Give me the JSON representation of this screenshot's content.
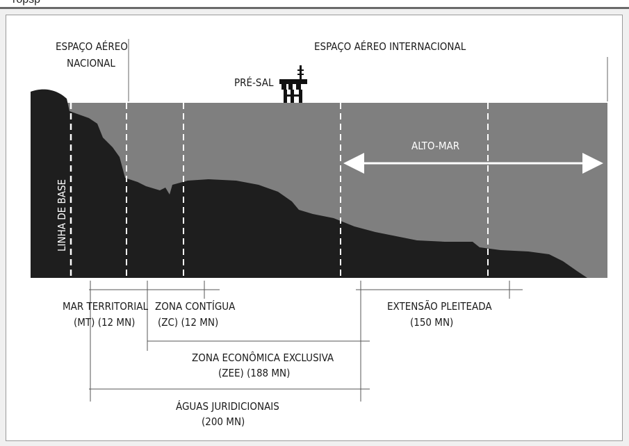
{
  "header": {
    "partial_text": "ropsp"
  },
  "labels": {
    "espaco_aereo_nacional_1": "ESPAÇO AÉREO",
    "espaco_aereo_nacional_2": "NACIONAL",
    "espaco_aereo_internacional": "ESPAÇO AÉREO INTERNACIONAL",
    "pre_sal": "PRÉ-SAL",
    "alto_mar": "ALTO-MAR",
    "linha_de_base": "LINHA DE BASE",
    "mar_territorial_1": "MAR TERRITORIAL",
    "mar_territorial_2": "(MT) (12 MN)",
    "zona_contigua_1": "ZONA CONTÍGUA",
    "zona_contigua_2": "(ZC) (12 MN)",
    "extensao_pleiteada_1": "EXTENSÃO PLEITEADA",
    "extensao_pleiteada_2": "(150 MN)",
    "zee_1": "ZONA ECONÔMICA EXCLUSIVA",
    "zee_2": "(ZEE) (188 MN)",
    "aguas_juridicionais_1": "ÁGUAS JURIDICIONAIS",
    "aguas_juridicionais_2": "(200 MN)"
  },
  "colors": {
    "sea": "#7f7f7f",
    "seabed": "#1e1e1e",
    "line": "#222222",
    "white": "#ffffff"
  }
}
